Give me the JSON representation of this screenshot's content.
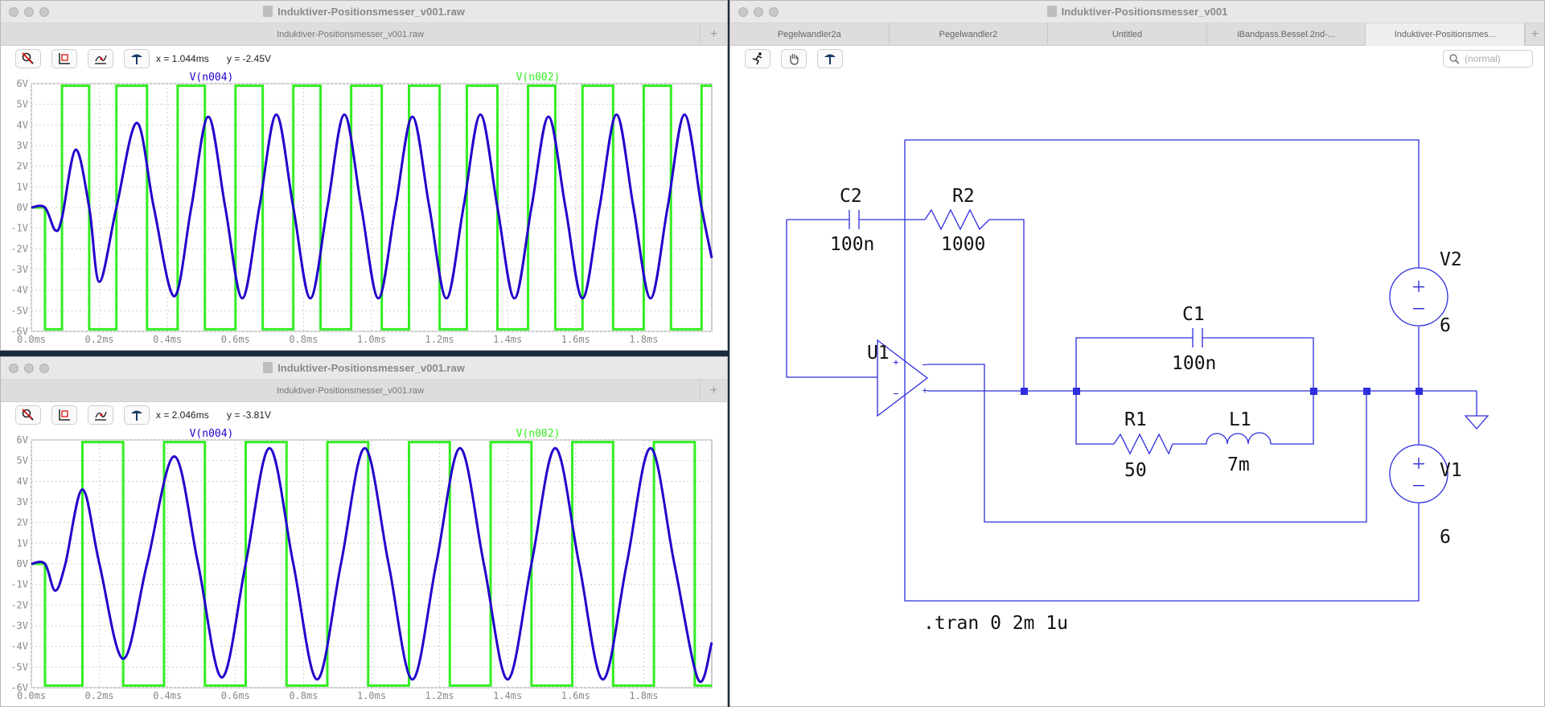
{
  "plot_top": {
    "window_title": "Induktiver-Positionsmesser_v001.raw",
    "tab_label": "Induktiver-Positionsmesser_v001.raw",
    "cursor_x": "x = 1.044ms",
    "cursor_y": "y = -2.45V",
    "trace_blue_label": "V(n004)",
    "trace_green_label": "V(n002)"
  },
  "plot_bottom": {
    "window_title": "Induktiver-Positionsmesser_v001.raw",
    "tab_label": "Induktiver-Positionsmesser_v001.raw",
    "cursor_x": "x = 2.046ms",
    "cursor_y": "y = -3.81V",
    "trace_blue_label": "V(n004)",
    "trace_green_label": "V(n002)"
  },
  "schematic": {
    "window_title": "Induktiver-Positionsmesser_v001",
    "tabs": [
      {
        "label": "Pegelwandler2a"
      },
      {
        "label": "Pegelwandler2"
      },
      {
        "label": "Untitled"
      },
      {
        "label": "iBandpass.Bessel.2nd-..."
      },
      {
        "label": "Induktiver-Positionsmes..."
      }
    ],
    "search_placeholder": "(normal)",
    "labels": {
      "C2_name": "C2",
      "C2_value": "100n",
      "R2_name": "R2",
      "R2_value": "1000",
      "C1_name": "C1",
      "C1_value": "100n",
      "R1_name": "R1",
      "R1_value": "50",
      "L1_name": "L1",
      "L1_value": "7m",
      "U1_name": "U1",
      "V2_name": "V2",
      "V2_value": "6",
      "V1_name": "V1",
      "V1_value": "6",
      "directive": ".tran 0 2m 1u"
    }
  },
  "chart_data": [
    {
      "type": "line",
      "title": "",
      "xlabel": "",
      "ylabel": "",
      "x_ticks": [
        "0.0ms",
        "0.2ms",
        "0.4ms",
        "0.6ms",
        "0.8ms",
        "1.0ms",
        "1.2ms",
        "1.4ms",
        "1.6ms",
        "1.8ms"
      ],
      "y_ticks": [
        "6V",
        "5V",
        "4V",
        "3V",
        "2V",
        "1V",
        "0V",
        "-1V",
        "-2V",
        "-3V",
        "-4V",
        "-5V",
        "-6V"
      ],
      "xlim": [
        0,
        2.0
      ],
      "ylim": [
        -6,
        6
      ],
      "series": [
        {
          "name": "V(n004)",
          "color": "#2200cc",
          "kind": "sine",
          "points": [
            [
              0,
              0
            ],
            [
              0.04,
              0
            ],
            [
              0.07,
              -1.1
            ],
            [
              0.09,
              -0.5
            ],
            [
              0.13,
              2.8
            ],
            [
              0.17,
              0
            ],
            [
              0.2,
              -3.6
            ],
            [
              0.25,
              0
            ],
            [
              0.31,
              4.1
            ],
            [
              0.36,
              0
            ],
            [
              0.42,
              -4.3
            ],
            [
              0.47,
              0
            ],
            [
              0.52,
              4.4
            ],
            [
              0.57,
              0
            ],
            [
              0.62,
              -4.4
            ],
            [
              0.67,
              0
            ],
            [
              0.72,
              4.5
            ],
            [
              0.77,
              0
            ],
            [
              0.82,
              -4.4
            ],
            [
              0.87,
              0
            ],
            [
              0.92,
              4.5
            ],
            [
              0.97,
              0
            ],
            [
              1.02,
              -4.4
            ],
            [
              1.07,
              0
            ],
            [
              1.12,
              4.4
            ],
            [
              1.17,
              0
            ],
            [
              1.22,
              -4.4
            ],
            [
              1.27,
              0
            ],
            [
              1.32,
              4.5
            ],
            [
              1.37,
              0
            ],
            [
              1.42,
              -4.4
            ],
            [
              1.47,
              0
            ],
            [
              1.52,
              4.4
            ],
            [
              1.57,
              0
            ],
            [
              1.62,
              -4.4
            ],
            [
              1.67,
              0
            ],
            [
              1.72,
              4.5
            ],
            [
              1.77,
              0
            ],
            [
              1.82,
              -4.4
            ],
            [
              1.87,
              0
            ],
            [
              1.92,
              4.5
            ],
            [
              1.97,
              0
            ],
            [
              2.0,
              -2.45
            ]
          ]
        },
        {
          "name": "V(n002)",
          "color": "#33ee22",
          "kind": "square",
          "edges": [
            0,
            0.04,
            0.09,
            0.17,
            0.25,
            0.34,
            0.43,
            0.51,
            0.6,
            0.68,
            0.77,
            0.85,
            0.94,
            1.03,
            1.11,
            1.2,
            1.28,
            1.37,
            1.46,
            1.54,
            1.62,
            1.71,
            1.8,
            1.88,
            1.97
          ]
        }
      ]
    },
    {
      "type": "line",
      "title": "",
      "xlabel": "",
      "ylabel": "",
      "x_ticks": [
        "0.0ms",
        "0.2ms",
        "0.4ms",
        "0.6ms",
        "0.8ms",
        "1.0ms",
        "1.2ms",
        "1.4ms",
        "1.6ms",
        "1.8ms"
      ],
      "y_ticks": [
        "6V",
        "5V",
        "4V",
        "3V",
        "2V",
        "1V",
        "0V",
        "-1V",
        "-2V",
        "-3V",
        "-4V",
        "-5V",
        "-6V"
      ],
      "xlim": [
        0,
        2.0
      ],
      "ylim": [
        -6,
        6
      ],
      "series": [
        {
          "name": "V(n004)",
          "color": "#2200cc",
          "kind": "sine",
          "points": [
            [
              0,
              0
            ],
            [
              0.04,
              0
            ],
            [
              0.07,
              -1.3
            ],
            [
              0.1,
              0
            ],
            [
              0.15,
              3.6
            ],
            [
              0.2,
              0
            ],
            [
              0.27,
              -4.6
            ],
            [
              0.34,
              0
            ],
            [
              0.42,
              5.2
            ],
            [
              0.49,
              0
            ],
            [
              0.56,
              -5.5
            ],
            [
              0.63,
              0
            ],
            [
              0.7,
              5.6
            ],
            [
              0.77,
              0
            ],
            [
              0.84,
              -5.6
            ],
            [
              0.91,
              0
            ],
            [
              0.98,
              5.6
            ],
            [
              1.05,
              0
            ],
            [
              1.12,
              -5.6
            ],
            [
              1.19,
              0
            ],
            [
              1.26,
              5.6
            ],
            [
              1.33,
              0
            ],
            [
              1.4,
              -5.6
            ],
            [
              1.47,
              0
            ],
            [
              1.54,
              5.6
            ],
            [
              1.61,
              0
            ],
            [
              1.68,
              -5.6
            ],
            [
              1.75,
              0
            ],
            [
              1.82,
              5.6
            ],
            [
              1.89,
              0
            ],
            [
              1.96,
              -5.6
            ],
            [
              2.0,
              -3.81
            ]
          ]
        },
        {
          "name": "V(n002)",
          "color": "#33ee22",
          "kind": "square",
          "edges": [
            0,
            0.04,
            0.15,
            0.27,
            0.39,
            0.51,
            0.63,
            0.75,
            0.87,
            0.99,
            1.11,
            1.23,
            1.35,
            1.47,
            1.59,
            1.71,
            1.83,
            1.95
          ]
        }
      ]
    }
  ]
}
